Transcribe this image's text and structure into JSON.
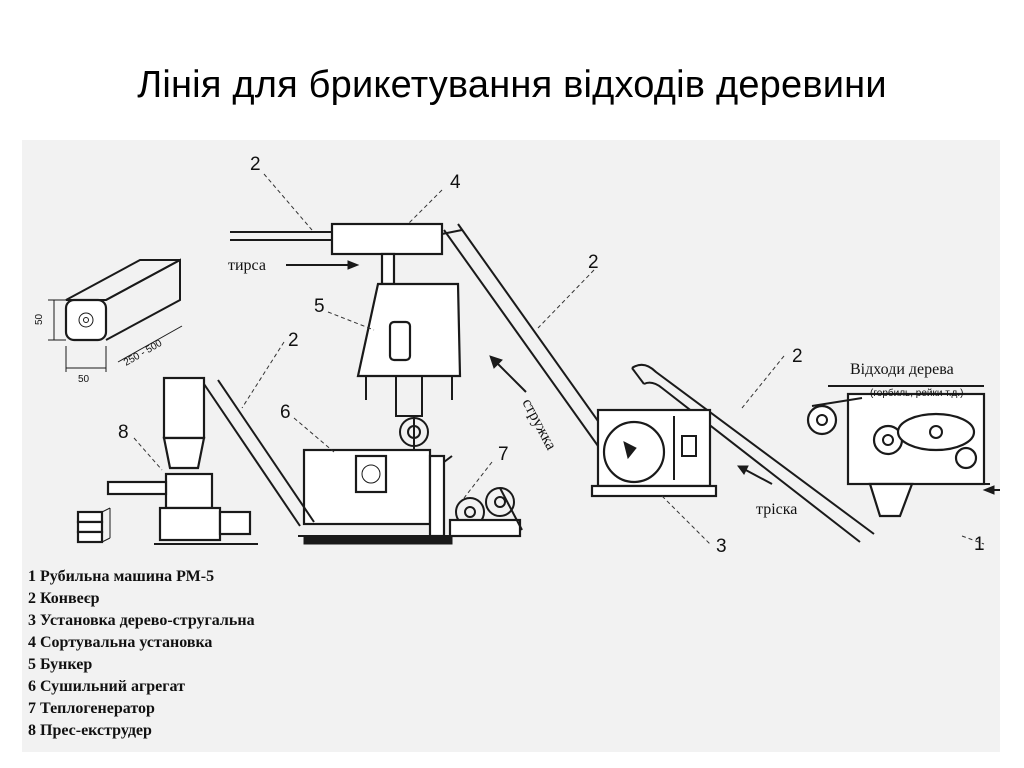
{
  "title": "Лінія для брикетування відходів деревини",
  "labels": {
    "n1": "1",
    "n2": "2",
    "n3": "3",
    "n4": "4",
    "n5": "5",
    "n6": "6",
    "n7": "7",
    "n8": "8",
    "sawdust": "тирса",
    "shavings": "стружка",
    "chips": "тріска",
    "wood_waste": "Відходи дерева",
    "wood_waste_note": "(горбиль, рейки т.д.)",
    "dim_50_h": "50",
    "dim_50_w": "50",
    "dim_len": "250 - 500"
  },
  "legend": [
    "1 Рубильна машина РМ-5",
    "2 Конвеєр",
    "3 Установка дерево-стругальна",
    "4 Сортувальна установка",
    "5 Бункер",
    "6 Сушильний агрегат",
    "7 Теплогенератор",
    "8 Прес-екструдер"
  ]
}
